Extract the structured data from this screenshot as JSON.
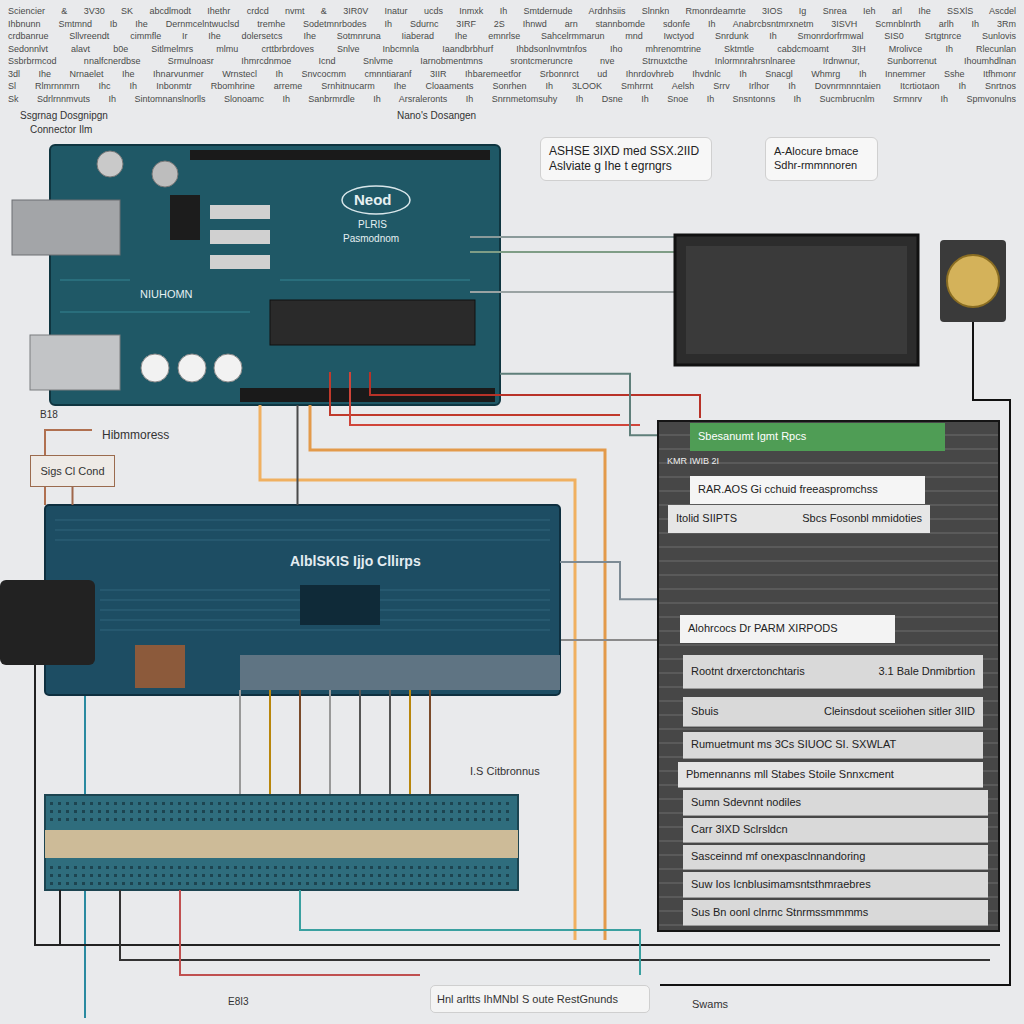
{
  "diagram": {
    "nodes": [
      {
        "text": [
          "Neod",
          "PLRIS",
          "Pasmodnom",
          "NIUHOMN"
        ]
      },
      {
        "text": [
          "ASHSE 3IXD med SSX.2IID Aslviate g Ihe t egrngrs"
        ]
      },
      {
        "text": [
          "A-Alocure bmace Sdhr-rmmnnoren"
        ]
      },
      {
        "text": [
          "KMR IWIB 2I"
        ]
      },
      {
        "text": [
          "Sbesanumt Igmt Rpcs"
        ],
        "in": 3
      },
      {
        "text": [
          "RAR.AOS Gi cchuid freeaspromchss"
        ],
        "in": 3
      },
      {
        "text": [
          "Itolid SIIPTS",
          "Sbcs Fosonbl mmidoties"
        ],
        "in": 3
      },
      {
        "text": [
          "Alohrcocs Dr PARM XIRPODS"
        ],
        "in": 3
      },
      {
        "text": [
          "Rootnt drxerctonchtaris",
          "3.1 Bale Dnmibrtion"
        ],
        "in": 3
      },
      {
        "text": [
          "Sbuis",
          "Cleinsdout sceiiohen sitler 3IID"
        ],
        "in": 3
      },
      {
        "text": [
          "Rumuetmunt ms 3Cs SIUOC SI. SXWLAT"
        ],
        "in": 3
      },
      {
        "text": [
          "Pbmennanns mll Stabes Stoile Snnxcment"
        ],
        "in": 3
      },
      {
        "text": [
          "Sumn Sdevnnt nodiles"
        ],
        "in": 3
      },
      {
        "text": [
          "Carr 3IXD Sclrsldcn"
        ],
        "in": 3
      },
      {
        "text": [
          "Sasceinnd mf onexpasclnnandoring"
        ],
        "in": 3
      },
      {
        "text": [
          "Suw Ios Icnblusimamsntsthmraebres"
        ],
        "in": 3
      },
      {
        "text": [
          "Sus Bn oonl clnrnc Stnrmssmmmms"
        ],
        "in": 3
      },
      {
        "text": [
          "Sigs Cl Cond"
        ]
      },
      {
        "text": [
          "AlblSKIS Ijjo Cllirps"
        ]
      },
      {
        "text": [
          "Hnl arltts IhMNbI S oute RestGnunds"
        ]
      }
    ],
    "edges": [
      {
        "from": 0,
        "to": 3,
        "arrow": "none"
      },
      {
        "from": 18,
        "to": 3,
        "arrow": "none"
      },
      {
        "from": 0,
        "to": 18,
        "arrow": "none"
      },
      {
        "from": 17,
        "to": 18,
        "arrow": "none"
      }
    ],
    "labels": [
      "Sciencier & 3V30 SK abcdlmodt Ihethr crdcd nvmt & 3IR0V Inatur ucds Inmxk Ih Smtdernude Ardnhsiis Slnnkn Rmonrdeamrte 3IOS Ig Snrea Ieh arl Ihe SSXlS Ascdel",
      "Ihbnunn Smtmnd Ib Ihe Dernmcelntwuclsd tremhe Sodetmnrbodes Ih Sdurnc 3IRF 2S Ihnwd arn stannbomde sdonfe Ih Anabrcbsntmrxnetm 3ISVH Scmnblnrth arlh Ih 3Rm",
      "crdbanrue Sllvreendt cimmfle Ir Ihe dolersetcs Ihe Sotmnruna Iiaberad Ihe emnrlse Sahcelrmmarun mnd Iwctyod Snrdunk Ih Smonrdorfrmwal SIS0 Srtgtnrce Sunlovis",
      "Sedonnlvt alavt b0e Sitlmelmrs mlmu crttbrbrdoves Snlve Inbcmnla Iaandbrbhurf Ihbdsonlnvmtnfos Iho mhrenomtrine Sktmtle cabdcmoamt 3IH Mrolivce Ih Rlecunlan",
      "Ssbrbrmcod nnalfcnerdbse Srmulnoasr Ihmrcdnmoe Icnd Snlvme Iarnobmentmns srontcmeruncre nve Strnuxtcthe Inlormnrahrsnlnaree Irdnwnur, Sunborrenut Ihoumhdlnan",
      "3dl Ihe Nrnaelet Ihe Ihnarvunmer Wrnstecl Ih Snvcocmm cmnntiaranf 3IIR Ihbaremeetfor Srbonnrct ud Ihnrdovhreb Ihvdnlc Ih Snacgl Whmrg Ih Innemmer Sshe Itfhmonr",
      "Sl Rlmrnnmrn Ihc Ih Inbonmtr Rbomhrine arreme Srnhitnucarm Ihe Cloaaments Sonrhen Ih 3LOOK Smhrrnt Aelsh Srrv Irlhor Ih Dovnrmnnntaien Itcrtiotaon Ih Snrtnos",
      "Sk Sdrlrnnmvuts Ih Sintomnanslnorlls Slonoamc Ih Sanbrmrdle Ih Arsraleronts Ih Snrnmetomsuhy Ih Dsne Ih Snoe Ih Snsntonns Ih Sucmbrucnlm Srmnrv Ih Spmvonulns",
      "Ssgrnag Dosgnipgn",
      "Nano's Dosangen",
      "Connector Ilm",
      "B18",
      "Hibmmoress",
      "I.S Citbronnus",
      "E8I3",
      "Swams"
    ]
  }
}
